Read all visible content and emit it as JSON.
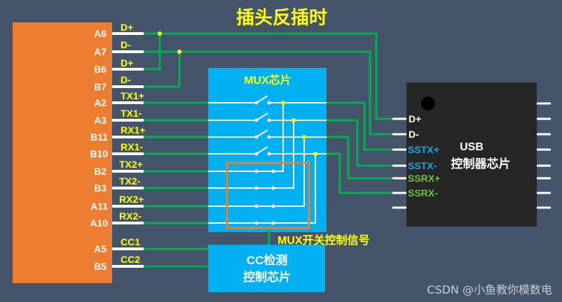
{
  "title": "插头反插时",
  "connector_pins": [
    {
      "pin": "A6",
      "signal": "D+"
    },
    {
      "pin": "A7",
      "signal": "D-"
    },
    {
      "pin": "B6",
      "signal": "D+"
    },
    {
      "pin": "B7",
      "signal": "D-"
    },
    {
      "pin": "A2",
      "signal": "TX1+"
    },
    {
      "pin": "A3",
      "signal": "TX1-"
    },
    {
      "pin": "B11",
      "signal": "RX1+"
    },
    {
      "pin": "B10",
      "signal": "RX1-"
    },
    {
      "pin": "B2",
      "signal": "TX2+"
    },
    {
      "pin": "B3",
      "signal": "TX2-"
    },
    {
      "pin": "A11",
      "signal": "RX2+"
    },
    {
      "pin": "A10",
      "signal": "RX2-"
    },
    {
      "pin": "A5",
      "signal": "CC1"
    },
    {
      "pin": "B5",
      "signal": "CC2"
    }
  ],
  "mux": {
    "label": "MUX芯片"
  },
  "mux_control_label": "MUX开关控制信号",
  "cc_chip": {
    "line1": "CC检测",
    "line2": "控制芯片"
  },
  "usb_chip": {
    "line1": "USB",
    "line2": "控制器芯片",
    "pins": [
      {
        "label": "D+",
        "color": "#ffffff"
      },
      {
        "label": "D-",
        "color": "#ffffff"
      },
      {
        "label": "SSTX+",
        "color": "#1fa3e6"
      },
      {
        "label": "SSTX-",
        "color": "#1fa3e6"
      },
      {
        "label": "SSRX+",
        "color": "#70c040"
      },
      {
        "label": "SSRX-",
        "color": "#70c040"
      }
    ]
  },
  "watermark": "CSDN @小鱼教你模数电",
  "colors": {
    "background": "#44546a",
    "connector": "#ed7d31",
    "mux": "#00b0f0",
    "wire": "#00b050",
    "highlight": "#ffff00",
    "chip": "#262626",
    "selection_box": "#ed7d31"
  }
}
